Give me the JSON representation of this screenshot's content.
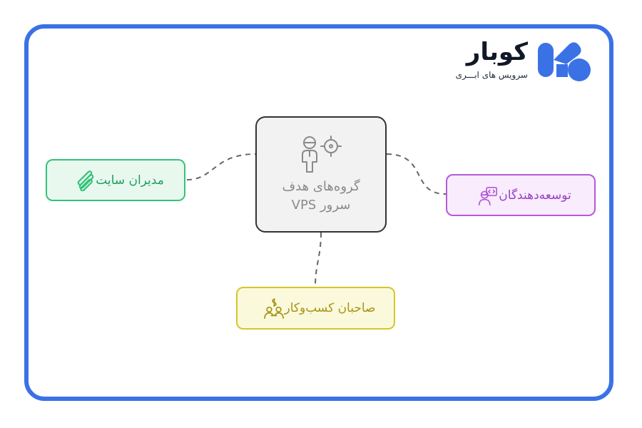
{
  "brand": {
    "name": "کوبار",
    "tagline": "سرویس های ابـــری",
    "colors": {
      "primary": "#3a72e6",
      "text": "#111827"
    }
  },
  "diagram": {
    "center": {
      "line1": "گروه‌های هدف",
      "line2": "سرور VPS",
      "icon": "user-target-icon"
    },
    "nodes": {
      "site_admins": {
        "label": "مدیران سایت",
        "icon": "bars-icon",
        "color": "#34c27a"
      },
      "developers": {
        "label": "توسعه‌دهندگان",
        "icon": "developer-icon",
        "color": "#b45ad8"
      },
      "business_owners": {
        "label": "صاحبان کسب‌وکار",
        "icon": "business-people-icon",
        "color": "#d7c62a"
      }
    }
  }
}
